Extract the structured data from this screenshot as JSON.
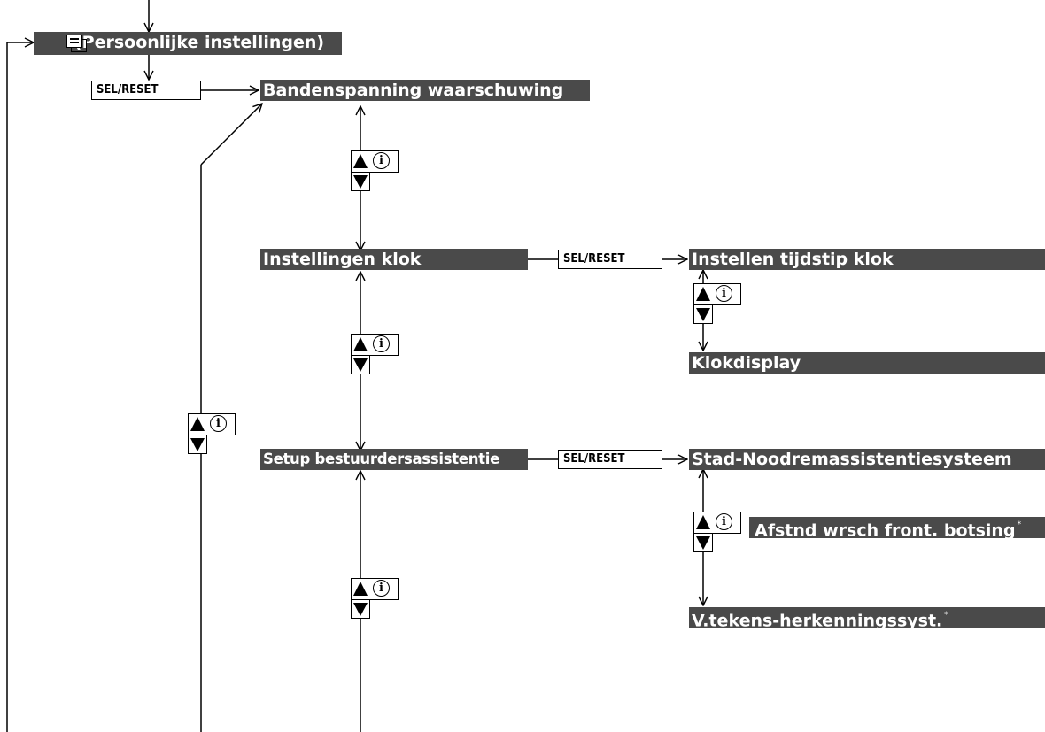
{
  "menu": {
    "title": "(Persoonlijke instellingen)",
    "icon": "menu-settings-icon"
  },
  "nodes": {
    "tire_pressure": "Bandenspanning waarschuwing",
    "clock_settings": "Instellingen klok",
    "clock_time": "Instellen tijdstip klok",
    "clock_display": "Klokdisplay",
    "driver_assist": "Setup bestuurdersassistentie",
    "city_brake": "Stad-Noodremassistentiesysteem",
    "forward_collision": "Afstnd wrsch front. botsing",
    "traffic_sign": "V.tekens-herkenningssyst."
  },
  "footnote_mark": "*",
  "buttons": {
    "sel_reset": "SEL/RESET",
    "up_icon": "up-triangle-icon",
    "info_icon": "i",
    "down_icon": "down-triangle-icon"
  },
  "colors": {
    "bar_bg": "#4a4a4a",
    "bar_text": "#ffffff",
    "line": "#000000"
  }
}
